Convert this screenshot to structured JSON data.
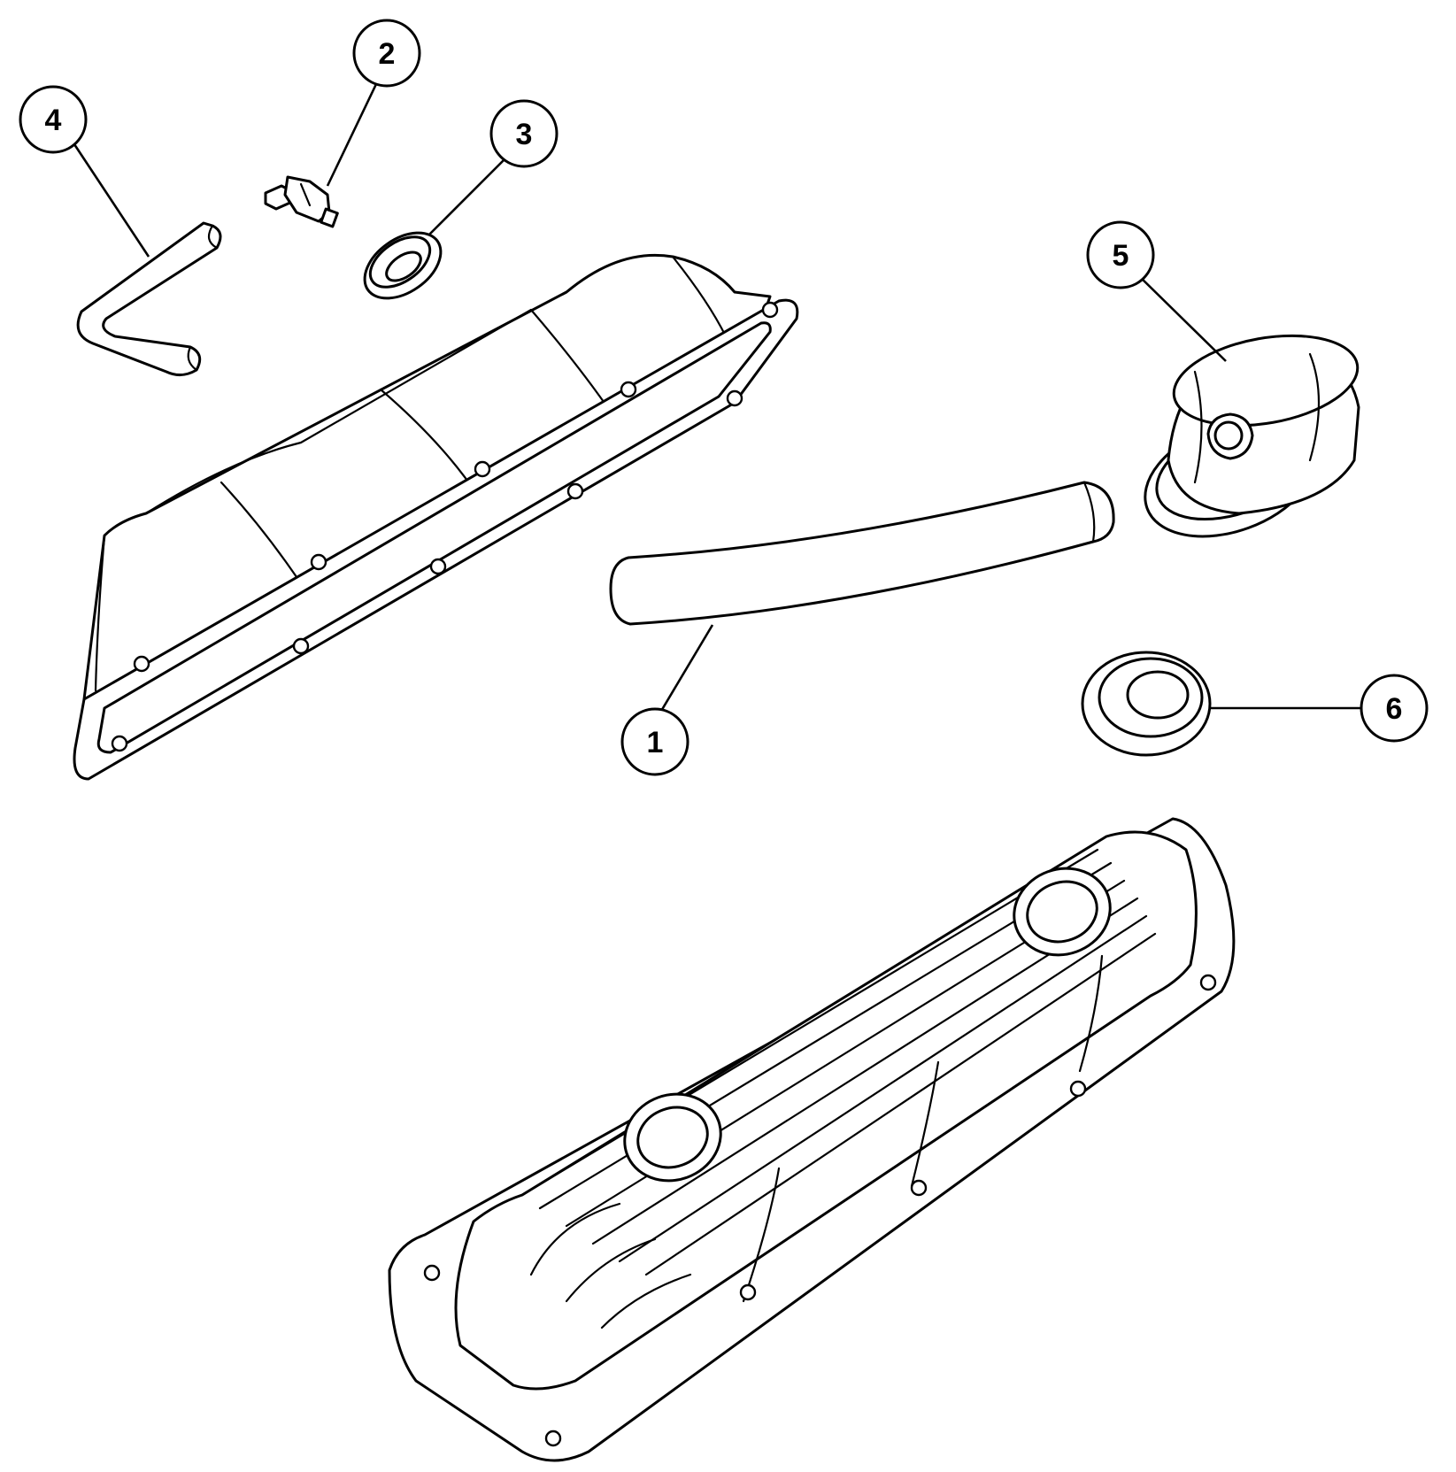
{
  "callouts": [
    {
      "id": "1",
      "label": "1",
      "part": "breather-hose"
    },
    {
      "id": "2",
      "label": "2",
      "part": "pcv-valve"
    },
    {
      "id": "3",
      "label": "3",
      "part": "pcv-grommet"
    },
    {
      "id": "4",
      "label": "4",
      "part": "pcv-hose"
    },
    {
      "id": "5",
      "label": "5",
      "part": "breather-cap"
    },
    {
      "id": "6",
      "label": "6",
      "part": "breather-grommet"
    }
  ],
  "colors": {
    "line": "#000000",
    "background": "#ffffff"
  }
}
